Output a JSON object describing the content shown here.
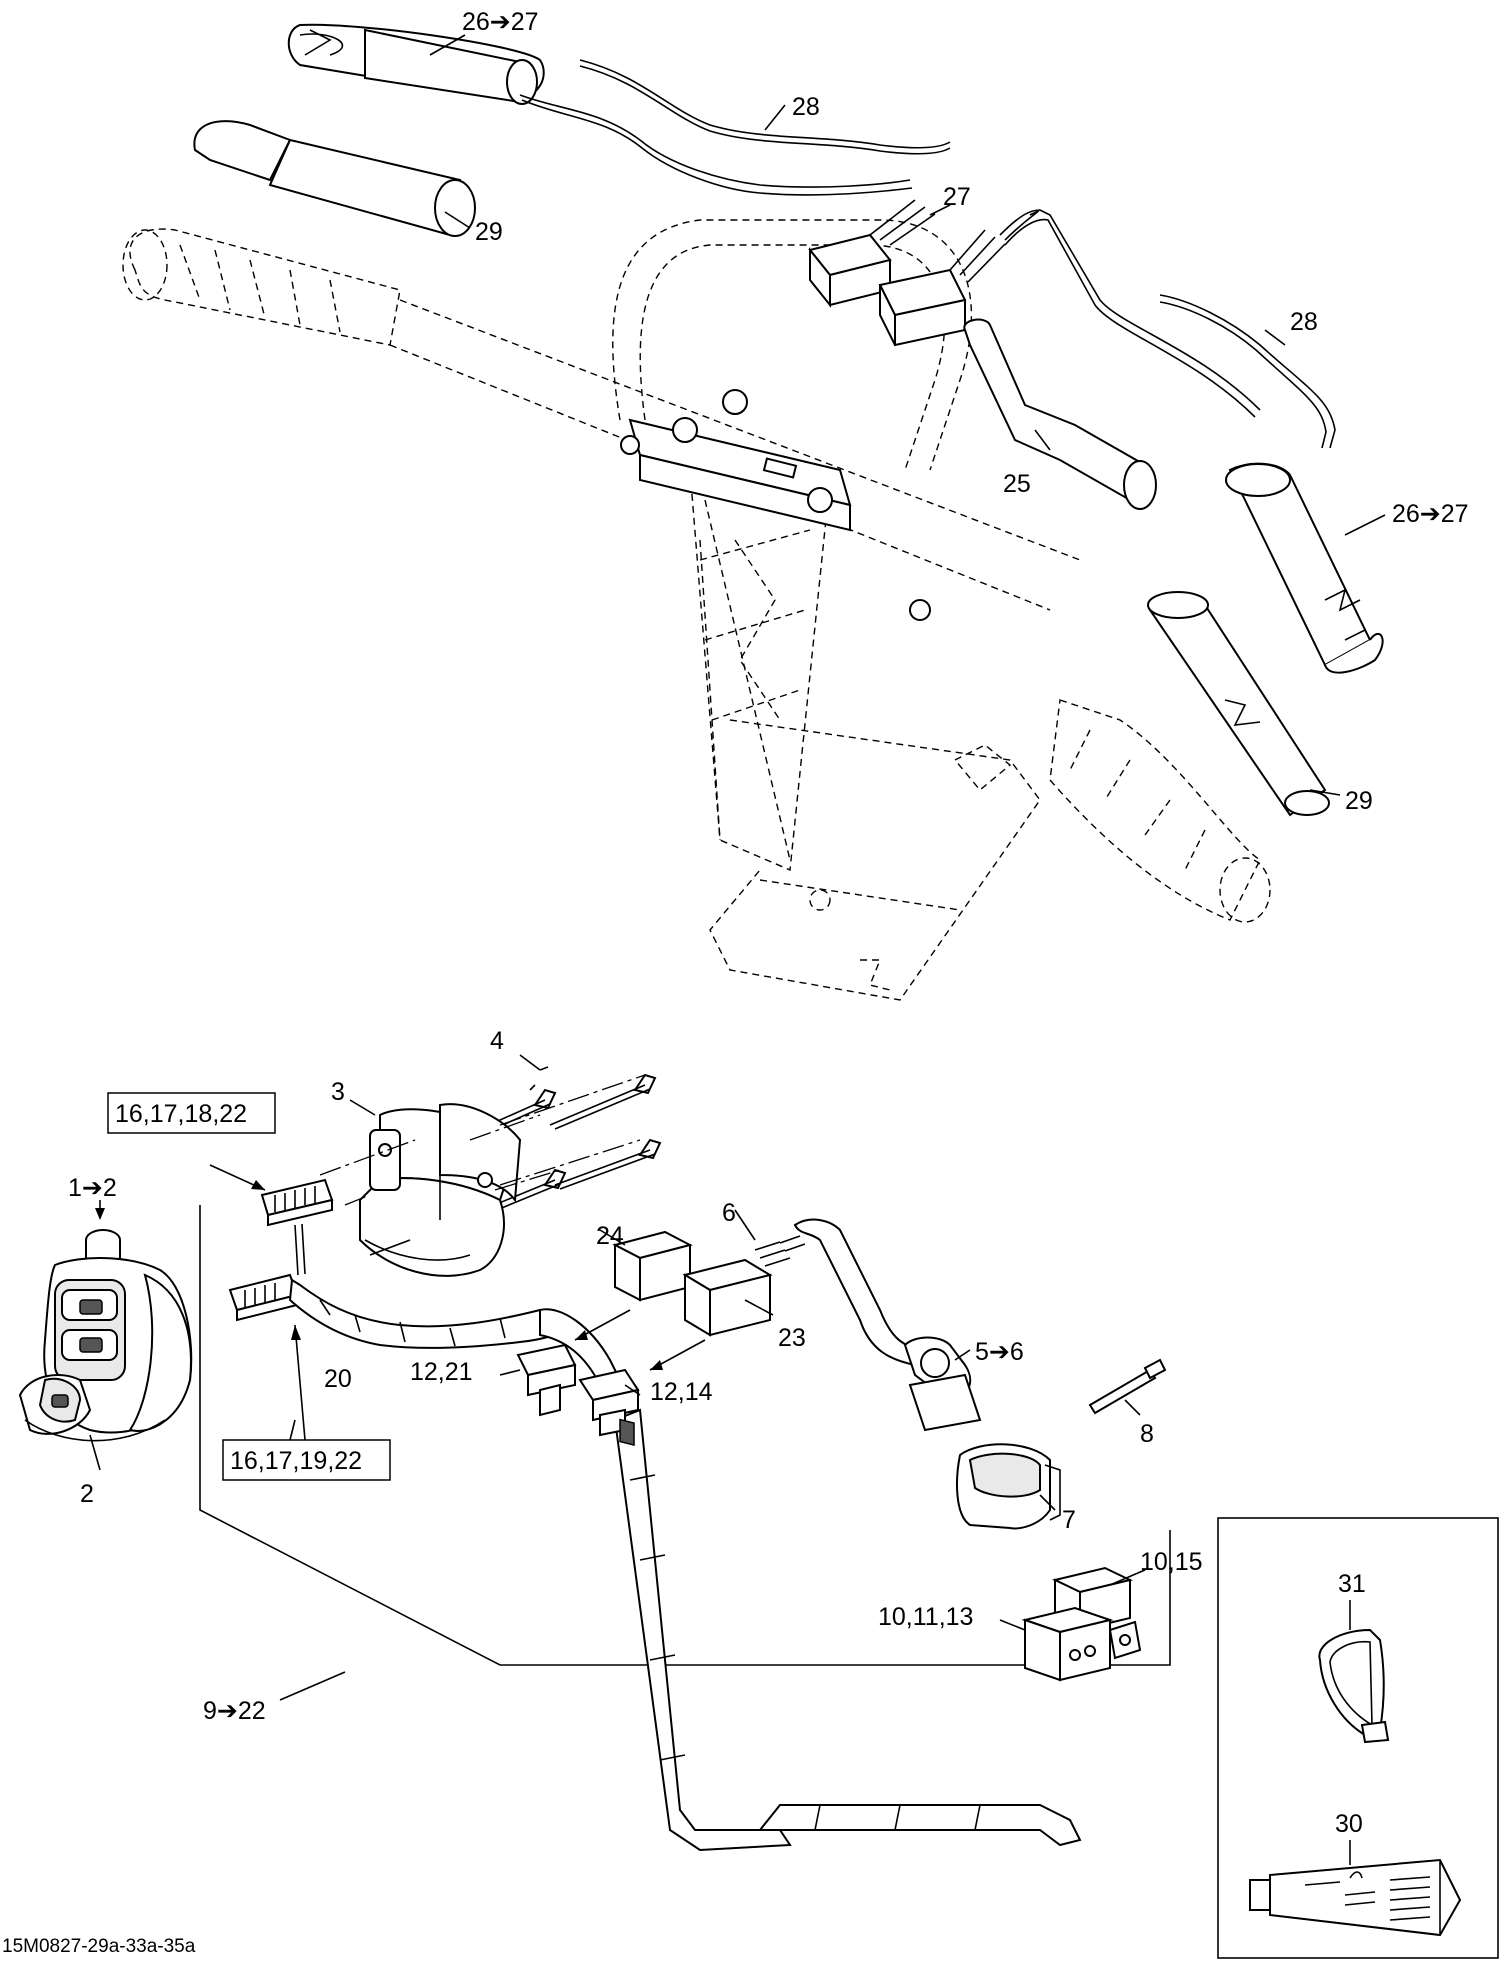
{
  "labels": {
    "l26_27_top": "26➔27",
    "l28_top": "28",
    "l29_top": "29",
    "l27": "27",
    "l28_right": "28",
    "l25": "25",
    "l26_27_right": "26➔27",
    "l29_right": "29",
    "l4": "4",
    "l3": "3",
    "l16_17_18_22": "16,17,18,22",
    "l1_2": "1➔2",
    "l2": "2",
    "l6": "6",
    "l24": "24",
    "l23": "23",
    "l5_6": "5➔6",
    "l8": "8",
    "l7": "7",
    "l20": "20",
    "l12_21": "12,21",
    "l12_14": "12,14",
    "l16_17_19_22": "16,17,19,22",
    "l10_15": "10,15",
    "l10_11_13": "10,11,13",
    "l9_22": "9➔22",
    "l31": "31",
    "l30": "30"
  },
  "drawing_code": "15M0827-29a-33a-35a"
}
